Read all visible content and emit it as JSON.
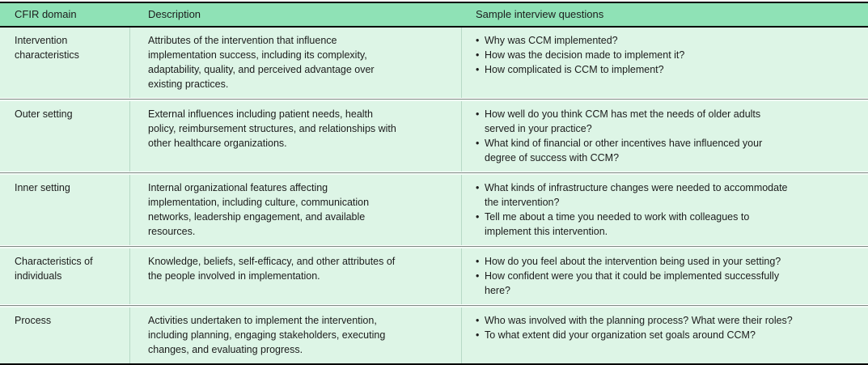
{
  "table": {
    "columns": [
      {
        "label": "CFIR domain"
      },
      {
        "label": "Description"
      },
      {
        "label": "Sample interview questions"
      }
    ],
    "rows": [
      {
        "domain": "Intervention\ncharacteristics",
        "description": "Attributes of the intervention that influence\nimplementation success, including its complexity,\nadaptability, quality, and perceived advantage over\nexisting practices.",
        "questions": [
          "Why was CCM implemented?",
          "How was the decision made to implement it?",
          "How complicated is CCM to implement?"
        ]
      },
      {
        "domain": "Outer setting",
        "description": "External influences including patient needs, health\npolicy, reimbursement structures, and relationships with\nother healthcare organizations.",
        "questions": [
          "How well do you think CCM has met the needs of older adults\nserved in your practice?",
          "What kind of financial or other incentives have influenced your\ndegree of success with CCM?"
        ]
      },
      {
        "domain": "Inner setting",
        "description": "Internal organizational features affecting\nimplementation, including culture, communication\nnetworks, leadership engagement, and available\nresources.",
        "questions": [
          "What kinds of infrastructure changes were needed to accommodate\nthe intervention?",
          "Tell me about a time you needed to work with colleagues to\nimplement this intervention."
        ]
      },
      {
        "domain": "Characteristics of\nindividuals",
        "description": "Knowledge, beliefs, self-efficacy, and other attributes of\nthe people involved in implementation.",
        "questions": [
          "How do you feel about the intervention being used in your setting?",
          "How confident were you that it could be implemented successfully\nhere?"
        ]
      },
      {
        "domain": "Process",
        "description": "Activities undertaken to implement the intervention,\nincluding planning, engaging stakeholders, executing\nchanges, and evaluating progress.",
        "questions": [
          "Who was involved with the planning process? What were their roles?",
          "To what extent did your organization set goals around CCM?"
        ]
      }
    ]
  },
  "colors": {
    "header_background": "#8fe2b6",
    "body_background": "#ddf5e6",
    "rule_dark": "#000000",
    "row_divider_line": "#7f8a84",
    "row_divider_halo": "#ffffff",
    "column_separator": "#b7d9c6",
    "text": "#1c1c1c"
  }
}
